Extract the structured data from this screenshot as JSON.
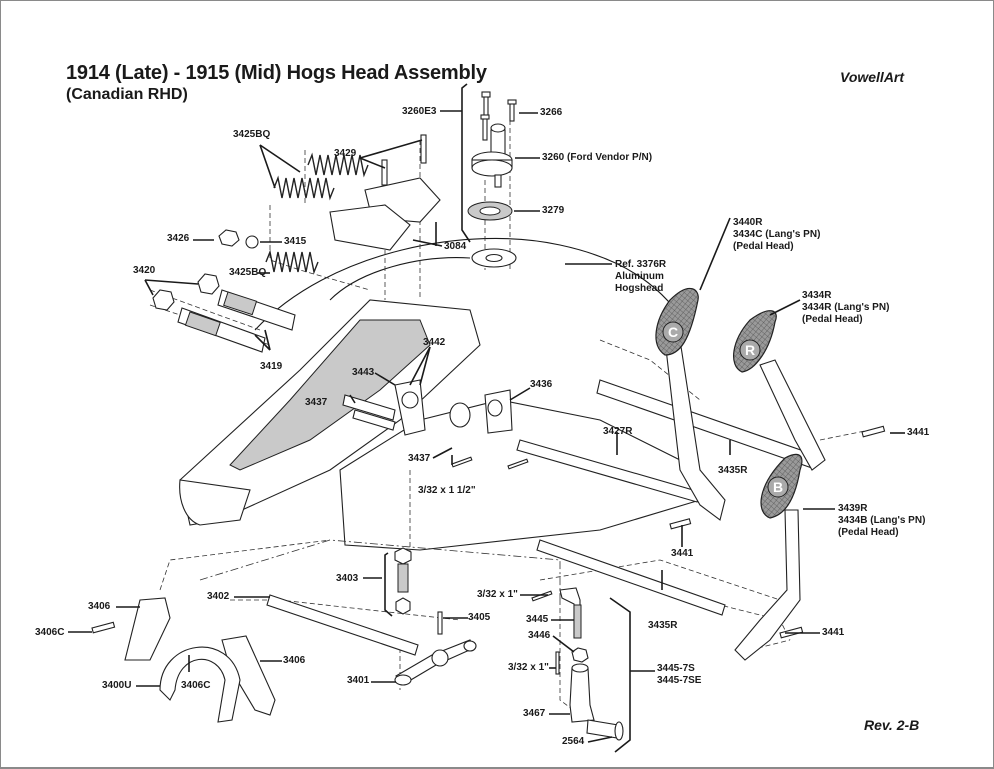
{
  "header": {
    "title": "1914 (Late) - 1915 (Mid) Hogs Head Assembly",
    "subtitle": "(Canadian RHD)",
    "brand": "VowellArt",
    "revision": "Rev. 2-B"
  },
  "callouts": [
    {
      "id": "3260E3",
      "text": "3260E3"
    },
    {
      "id": "3266",
      "text": "3266"
    },
    {
      "id": "3260",
      "text": "3260 (Ford Vendor P/N)"
    },
    {
      "id": "3279",
      "text": "3279"
    },
    {
      "id": "3425BQ-top",
      "text": "3425BQ"
    },
    {
      "id": "3429",
      "text": "3429"
    },
    {
      "id": "3084",
      "text": "3084"
    },
    {
      "id": "3426",
      "text": "3426"
    },
    {
      "id": "3415",
      "text": "3415"
    },
    {
      "id": "3425BQ-mid",
      "text": "3425BQ"
    },
    {
      "id": "3420",
      "text": "3420"
    },
    {
      "id": "3419",
      "text": "3419"
    },
    {
      "id": "3376R",
      "lines": [
        "Ref. 3376R",
        "Aluminum",
        "Hogshead"
      ]
    },
    {
      "id": "3440R",
      "lines": [
        "3440R",
        "3434C (Lang's PN)",
        "(Pedal Head)"
      ]
    },
    {
      "id": "3434R",
      "lines": [
        "3434R",
        "3434R (Lang's PN)",
        "(Pedal Head)"
      ]
    },
    {
      "id": "3442",
      "text": "3442"
    },
    {
      "id": "3443",
      "text": "3443"
    },
    {
      "id": "3437-left",
      "text": "3437"
    },
    {
      "id": "3436",
      "text": "3436"
    },
    {
      "id": "3437-mid",
      "text": "3437"
    },
    {
      "id": "pin-3-32x1-1-2",
      "text": "3/32 x 1 1/2\""
    },
    {
      "id": "3427R",
      "text": "3427R"
    },
    {
      "id": "3435R-top",
      "text": "3435R"
    },
    {
      "id": "3441-right",
      "text": "3441"
    },
    {
      "id": "3439R",
      "lines": [
        "3439R",
        "3434B (Lang's PN)",
        "(Pedal Head)"
      ]
    },
    {
      "id": "3441-mid",
      "text": "3441"
    },
    {
      "id": "3403",
      "text": "3403"
    },
    {
      "id": "3402",
      "text": "3402"
    },
    {
      "id": "3406-left",
      "text": "3406"
    },
    {
      "id": "3406C-left",
      "text": "3406C"
    },
    {
      "id": "3406-right",
      "text": "3406"
    },
    {
      "id": "3400U",
      "text": "3400U"
    },
    {
      "id": "3406C-mid",
      "text": "3406C"
    },
    {
      "id": "3401",
      "text": "3401"
    },
    {
      "id": "3405",
      "text": "3405"
    },
    {
      "id": "pin-3-32x1-a",
      "text": "3/32 x 1\""
    },
    {
      "id": "3445",
      "text": "3445"
    },
    {
      "id": "3446",
      "text": "3446"
    },
    {
      "id": "pin-3-32x1-b",
      "text": "3/32 x 1\""
    },
    {
      "id": "3467",
      "text": "3467"
    },
    {
      "id": "2564",
      "text": "2564"
    },
    {
      "id": "3435R-bottom",
      "text": "3435R"
    },
    {
      "id": "3445-7S",
      "lines": [
        "3445-7S",
        "3445-7SE"
      ]
    },
    {
      "id": "3441-bottom",
      "text": "3441"
    }
  ],
  "pedal_letters": {
    "clutch": "C",
    "reverse": "R",
    "brake": "B"
  }
}
